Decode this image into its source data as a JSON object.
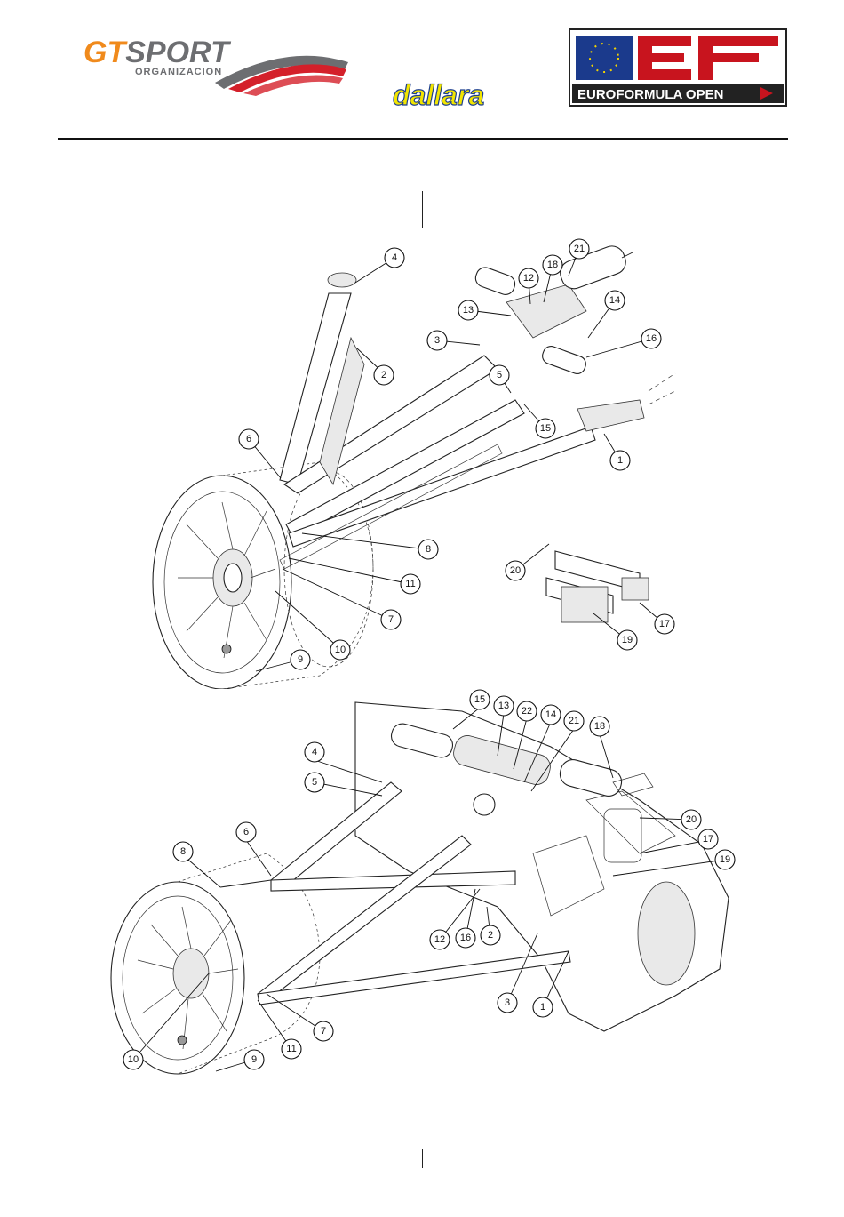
{
  "header": {
    "gt_logo_main": "GTSPORT",
    "gt_logo_sub": "ORGANIZACION",
    "dallara_logo": "dallara",
    "ef_logo_letters": "EF",
    "ef_logo_text": "EUROFORMULA OPEN",
    "colors": {
      "gt_orange": "#f08a1c",
      "gt_red": "#d4202a",
      "gt_gray": "#6d6e71",
      "dallara_yellow": "#f2e500",
      "dallara_blue": "#1d3f8f",
      "ef_red": "#c8141e",
      "ef_blue": "#1b3a8c"
    }
  },
  "diagram_top": {
    "callouts": [
      "1",
      "2",
      "3",
      "4",
      "5",
      "6",
      "7",
      "8",
      "9",
      "10",
      "11",
      "12",
      "13",
      "14",
      "15",
      "16",
      "17",
      "18",
      "19",
      "20",
      "21"
    ]
  },
  "diagram_bottom": {
    "callouts": [
      "1",
      "2",
      "3",
      "4",
      "5",
      "6",
      "7",
      "8",
      "9",
      "10",
      "11",
      "12",
      "13",
      "14",
      "15",
      "16",
      "17",
      "18",
      "19",
      "20",
      "21",
      "22"
    ]
  }
}
